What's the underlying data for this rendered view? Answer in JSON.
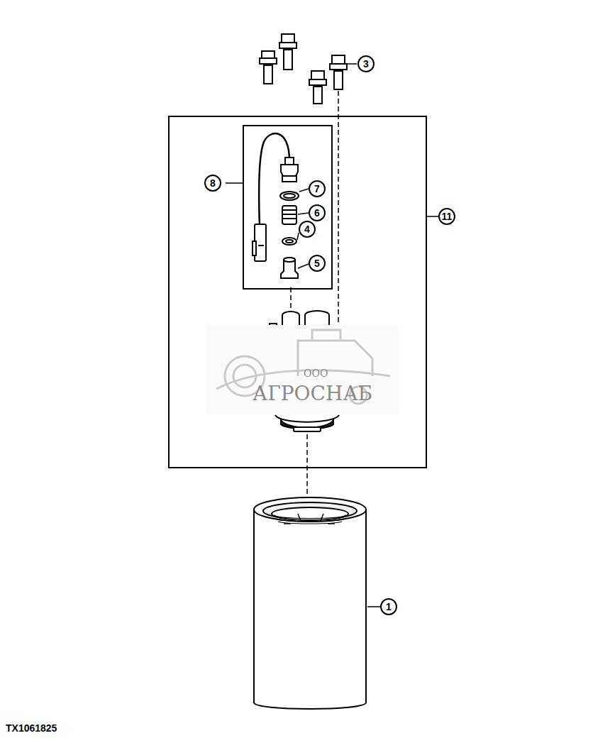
{
  "diagram": {
    "nodes": [
      {
        "text": [
          "11"
        ]
      },
      {
        "text": [
          "8"
        ],
        "in": 0
      }
    ],
    "edges": [],
    "labels": [
      "3",
      "7",
      "6",
      "4",
      "5",
      "1",
      "ООО",
      "АГРОСНАБ",
      "TX1061825"
    ]
  }
}
